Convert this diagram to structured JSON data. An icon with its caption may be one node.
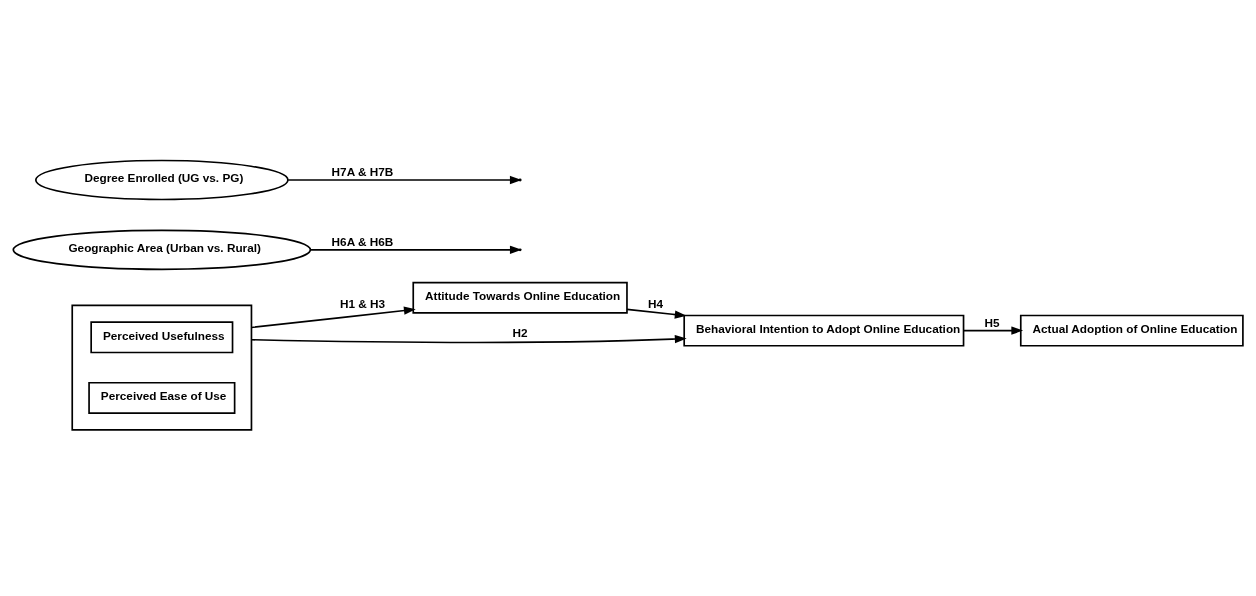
{
  "diagram": {
    "nodes": [
      {
        "text": [],
        "shape": "box"
      },
      {
        "text": [
          "Perceived Usefulness"
        ],
        "in": 0
      },
      {
        "text": [
          "Perceived Ease of Use"
        ],
        "in": 0
      },
      {
        "text": [
          "Attitude Towards Online Education"
        ]
      },
      {
        "text": [
          "Behavioral Intention to Adopt Online Education"
        ]
      },
      {
        "text": [
          "Actual Adoption of Online Education"
        ]
      },
      {
        "text": [
          "Geographic Area (Urban vs. Rural)"
        ]
      },
      {
        "text": [
          "Degree Enrolled (UG vs. PG)"
        ]
      }
    ],
    "edges": [
      {
        "from": 0,
        "to": 4,
        "arrow": "to",
        "label": "H2"
      },
      {
        "from": 0,
        "to": 3,
        "arrow": "to",
        "label": "H1 & H3"
      },
      {
        "from": 3,
        "to": 4,
        "arrow": "to",
        "label": "H4"
      },
      {
        "from": 4,
        "to": 5,
        "arrow": "to",
        "label": "H5"
      },
      {
        "from": 6,
        "to": null,
        "arrow": "to",
        "label": "H6A & H6B"
      },
      {
        "from": 7,
        "to": null,
        "arrow": "to",
        "label": "H7A & H7B"
      }
    ]
  }
}
